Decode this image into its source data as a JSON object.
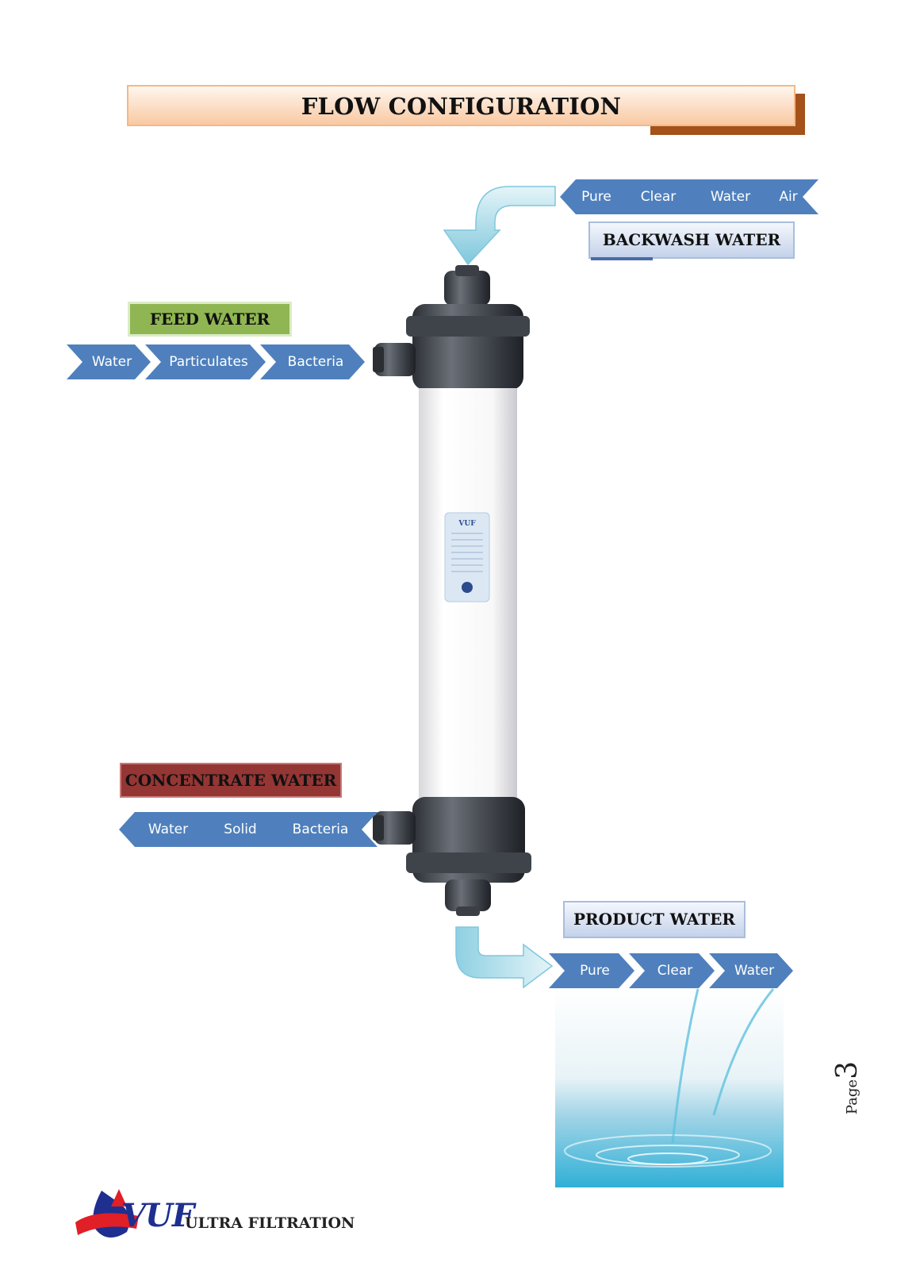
{
  "title": "FLOW CONFIGURATION",
  "backwash": {
    "label": "BACKWASH WATER",
    "chevrons": [
      "Pure",
      "Clear",
      "Water",
      "Air"
    ]
  },
  "feed": {
    "label": "FEED WATER",
    "chevrons": [
      "Water",
      "Particulates",
      "Bacteria"
    ]
  },
  "concentrate": {
    "label": "CONCENTRATE WATER",
    "chevrons": [
      "Water",
      "Solid",
      "Bacteria"
    ]
  },
  "product": {
    "label": "PRODUCT WATER",
    "chevrons": [
      "Pure",
      "Clear",
      "Water"
    ]
  },
  "footer": {
    "logo_text": "VUF",
    "brand": "ULTRA FILTRATION"
  },
  "page": {
    "label": "Page",
    "number": "3"
  },
  "colors": {
    "chevron": "#4f80bd",
    "feed_label": "#8fb652",
    "concentrate_label": "#943634",
    "title_shadow": "#a4521a",
    "arrow": "#a8dbe8"
  }
}
